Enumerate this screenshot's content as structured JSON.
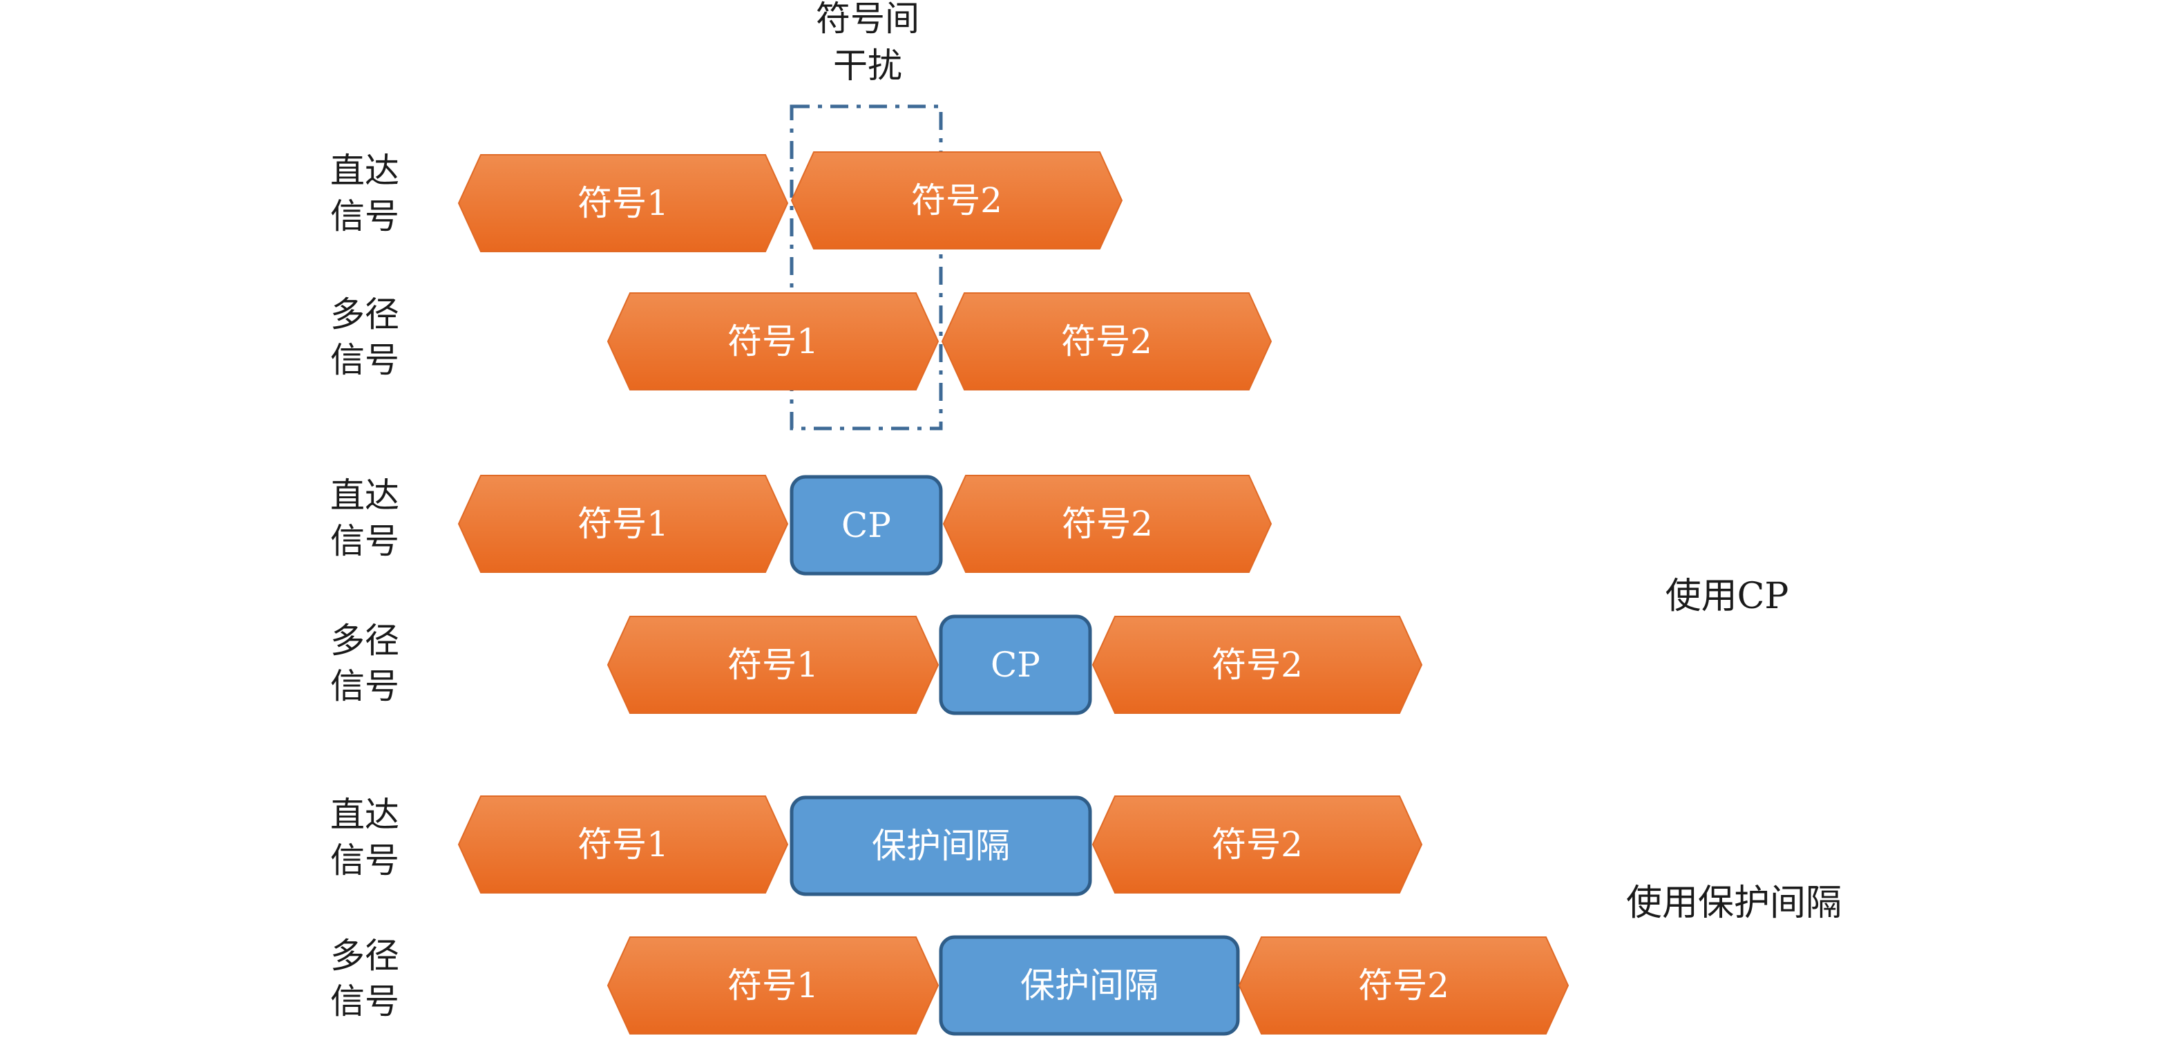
{
  "isi_label": {
    "line1": "符号间",
    "line2": "干扰"
  },
  "row_labels": {
    "direct": {
      "line1": "直达",
      "line2": "信号"
    },
    "multipath": {
      "line1": "多径",
      "line2": "信号"
    }
  },
  "group_labels": {
    "cp": "使用CP",
    "guard": "使用保护间隔"
  },
  "blocks": {
    "symbol1": "符号1",
    "symbol2": "符号2",
    "cp": "CP",
    "guard": "保护间隔"
  },
  "colors": {
    "symbol_fill_top": "#f08c4e",
    "symbol_fill_bottom": "#e8681f",
    "symbol_border": "#e06a26",
    "cp_fill": "#5b9bd5",
    "cp_border": "#2f5d88",
    "dashed_box": "#3e6a96",
    "text": "#1a1a1a"
  }
}
